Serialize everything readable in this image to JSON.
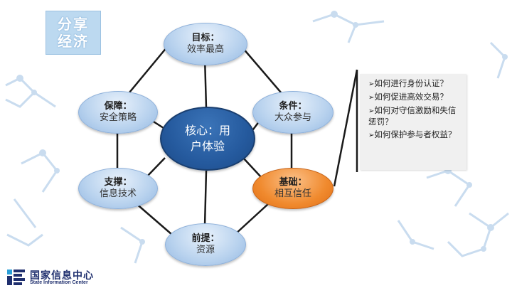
{
  "title_lines": [
    "分享",
    "经济"
  ],
  "core": {
    "line1": "核心：用",
    "line2": "户体验"
  },
  "nodes": {
    "goal": {
      "label": "目标：",
      "value": "效率最高"
    },
    "condition": {
      "label": "条件：",
      "value": "大众参与"
    },
    "foundation": {
      "label": "基础：",
      "value": "相互信任"
    },
    "premise": {
      "label": "前提：",
      "value": "资源"
    },
    "support": {
      "label": "支撑：",
      "value": "信息技术"
    },
    "guarantee": {
      "label": "保障：",
      "value": "安全策略"
    }
  },
  "questions": [
    "如何进行身份认证？",
    "如何促进高效交易？",
    "如何对守信激励和失信惩罚？",
    "如何保护参与者权益？"
  ],
  "logo": {
    "name_cn": "国家信息中心",
    "name_en": "State Information Center"
  },
  "colors": {
    "node_blue": "#b8d2ee",
    "node_orange": "#f08a2e",
    "core_blue": "#255a9e",
    "title_bg": "#bcd9f0"
  }
}
